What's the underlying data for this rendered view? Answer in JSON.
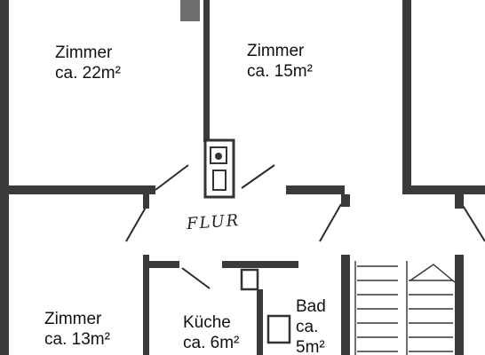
{
  "floor_plan": {
    "rooms": [
      {
        "id": "room-top-left",
        "name": "Zimmer",
        "area": "ca. 22m²"
      },
      {
        "id": "room-top-center",
        "name": "Zimmer",
        "area": "ca. 15m²"
      },
      {
        "id": "room-bottom-left",
        "name": "Zimmer",
        "area": "ca. 13m²"
      },
      {
        "id": "kitchen",
        "name": "Küche",
        "area": "ca. 6m²"
      },
      {
        "id": "bathroom",
        "name": "Bad",
        "area_line1": "ca.",
        "area_line2": "5m²"
      }
    ],
    "hall_label": "FLUR",
    "colors": {
      "wall": "#3a3a3a",
      "background": "#ffffff",
      "text": "#111111"
    }
  }
}
